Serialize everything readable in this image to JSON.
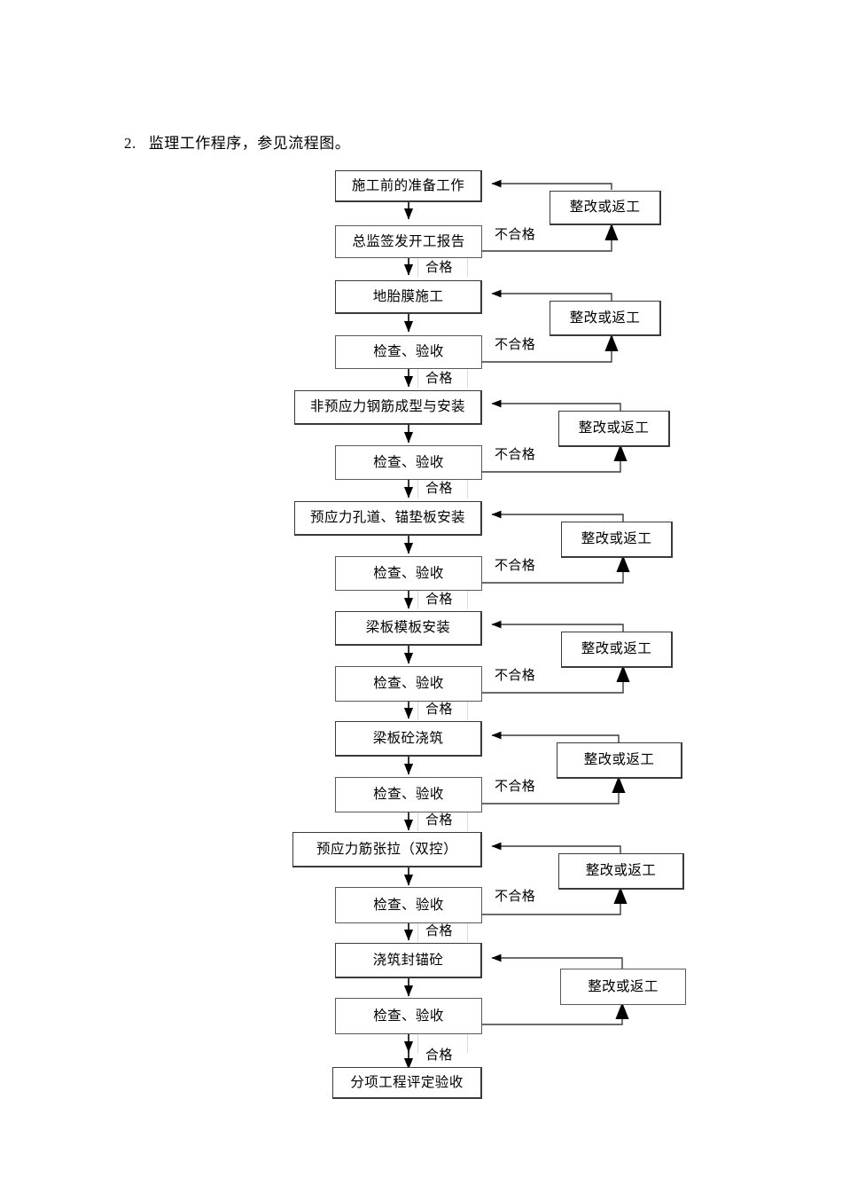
{
  "document": {
    "heading_number": "2.",
    "heading_text": "监理工作程序，参见流程图。"
  },
  "flowchart": {
    "labels": {
      "pass": "合格",
      "fail": "不合格",
      "rework": "整改或返工"
    },
    "process_steps": [
      {
        "id": "prep",
        "text": "施工前的准备工作"
      },
      {
        "id": "start-report",
        "text": "总监签发开工报告"
      },
      {
        "id": "membrane",
        "text": "地胎膜施工"
      },
      {
        "id": "inspect-1",
        "text": "检查、验收"
      },
      {
        "id": "rebar",
        "text": "非预应力钢筋成型与安装"
      },
      {
        "id": "inspect-2",
        "text": "检查、验收"
      },
      {
        "id": "duct-anchor",
        "text": "预应力孔道、锚垫板安装"
      },
      {
        "id": "inspect-3",
        "text": "检查、验收"
      },
      {
        "id": "formwork",
        "text": "梁板模板安装"
      },
      {
        "id": "inspect-4",
        "text": "检查、验收"
      },
      {
        "id": "concrete",
        "text": "梁板砼浇筑"
      },
      {
        "id": "inspect-5",
        "text": "检查、验收"
      },
      {
        "id": "tensioning",
        "text": "预应力筋张拉（双控）"
      },
      {
        "id": "inspect-6",
        "text": "检查、验收"
      },
      {
        "id": "seal-anchor",
        "text": "浇筑封锚砼"
      },
      {
        "id": "inspect-7",
        "text": "检查、验收"
      },
      {
        "id": "final",
        "text": "分项工程评定验收"
      }
    ],
    "rework_boxes": [
      {
        "id": "rework-1",
        "text": "整改或返工"
      },
      {
        "id": "rework-2",
        "text": "整改或返工"
      },
      {
        "id": "rework-3",
        "text": "整改或返工"
      },
      {
        "id": "rework-4",
        "text": "整改或返工"
      },
      {
        "id": "rework-5",
        "text": "整改或返工"
      },
      {
        "id": "rework-6",
        "text": "整改或返工"
      },
      {
        "id": "rework-7",
        "text": "整改或返工"
      },
      {
        "id": "rework-8",
        "text": "整改或返工"
      }
    ],
    "fail_labels": [
      {
        "id": "fail-1",
        "text": "不合格"
      },
      {
        "id": "fail-2",
        "text": "不合格"
      },
      {
        "id": "fail-3",
        "text": "不合格"
      },
      {
        "id": "fail-4",
        "text": "不合格"
      },
      {
        "id": "fail-5",
        "text": "不合格"
      },
      {
        "id": "fail-6",
        "text": "不合格"
      },
      {
        "id": "fail-7",
        "text": "不合格"
      }
    ],
    "pass_labels": [
      {
        "id": "pass-1",
        "text": "合格"
      },
      {
        "id": "pass-2",
        "text": "合格"
      },
      {
        "id": "pass-3",
        "text": "合格"
      },
      {
        "id": "pass-4",
        "text": "合格"
      },
      {
        "id": "pass-5",
        "text": "合格"
      },
      {
        "id": "pass-6",
        "text": "合格"
      },
      {
        "id": "pass-7",
        "text": "合格"
      },
      {
        "id": "pass-8",
        "text": "合格"
      }
    ]
  }
}
